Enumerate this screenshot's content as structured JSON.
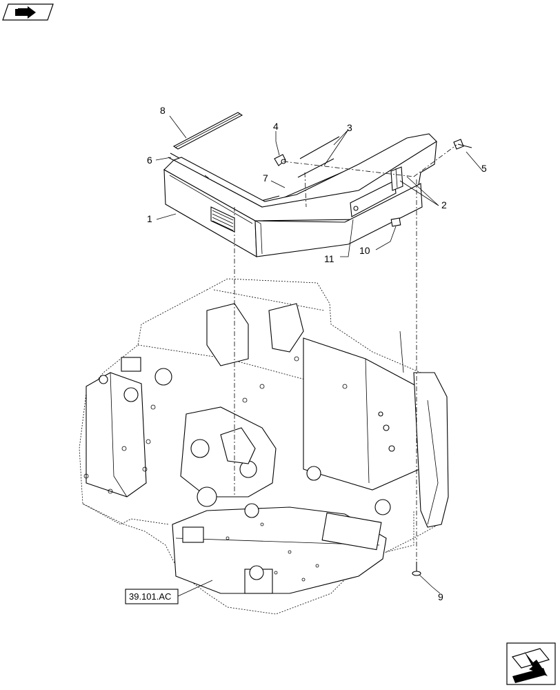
{
  "callouts": [
    "1",
    "2",
    "3",
    "4",
    "5",
    "6",
    "7",
    "8",
    "9",
    "10",
    "11"
  ],
  "reference_code": "39.101.AC",
  "icons": {
    "top_left": "book-arrow-icon",
    "bottom_right": "next-page-arrow-icon"
  }
}
